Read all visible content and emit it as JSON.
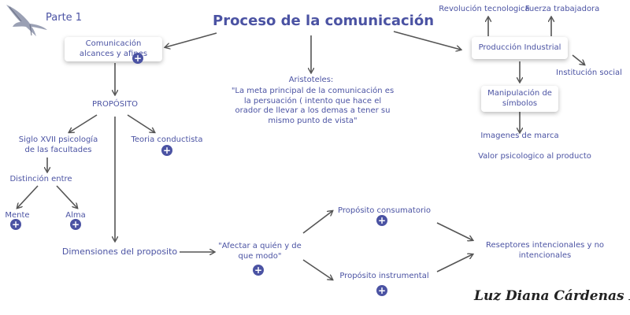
{
  "header": {
    "part": "Parte 1",
    "title": "Proceso de la comunicación"
  },
  "nodes": {
    "alcances": "Comunicación alcances y afines",
    "proposito": "PROPÓSITO",
    "siglo": "Siglo XVII psicología de las facultades",
    "teoria": "Teoria conductista",
    "distincion": "Distinción entre",
    "mente": "Mente",
    "alma": "Alma",
    "dimensiones": "Dimensiones del proposito",
    "afectar": "\"Afectar a quién y de que modo\"",
    "consumatorio": "Propósito consumatorio",
    "instrumental": "Propósito instrumental",
    "receptores": "Reseptores intencionales y no intencionales",
    "aristoteles_label": "Aristoteles:",
    "aristoteles_quote": "\"La meta principal de la comunicación es la persuación ( intento que hace el orador de llevar a los demas a tener su mismo punto de vista\"",
    "revolucion": "Revolución tecnologica",
    "fuerza": "Fuerza trabajadora",
    "produccion": "Producción Industrial",
    "institucion": "Institución social",
    "manipulacion": "Manipulación de símbolos",
    "imagenes": "Imagenes de marca",
    "valor": "Valor psicologico al producto"
  },
  "signature": "Luz Diana Cárdenas R.",
  "icons": {
    "bird": "bird-logo-icon",
    "plus": "plus-circle-icon"
  },
  "colors": {
    "text": "#4b53a3",
    "arrow": "#555555"
  }
}
